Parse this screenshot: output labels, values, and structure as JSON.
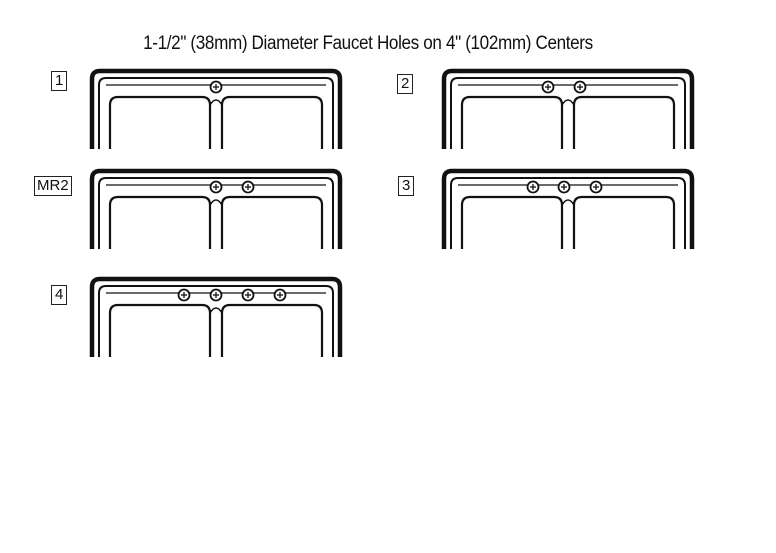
{
  "title": "1-1/2\" (38mm) Diameter Faucet Holes on 4\" (102mm) Centers",
  "configurations": [
    {
      "label": "1",
      "holes": 1
    },
    {
      "label": "2",
      "holes": 2
    },
    {
      "label": "MR2",
      "holes": 2
    },
    {
      "label": "3",
      "holes": 3
    },
    {
      "label": "4",
      "holes": 4
    }
  ]
}
